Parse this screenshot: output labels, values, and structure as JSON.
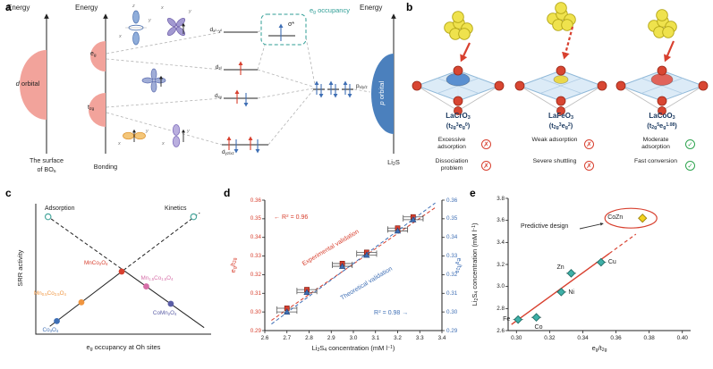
{
  "panel_a": {
    "label": "a",
    "energy1": "Energy",
    "energy2": "Energy",
    "energy3": "Energy",
    "d_orbital": "*d* orbital",
    "eg": "e_{g}",
    "t2g": "t_{2g}",
    "surface_line1": "The surface",
    "surface_line2": "of BO_{5}",
    "bonding": "Bonding",
    "level_dx2y2": "d_{x²−y²}",
    "level_dz2": "d_{z²}",
    "level_dxy": "d_{xy}",
    "level_dyzxz": "d_{yz/xz}",
    "sigma_star": "σ*",
    "eg_occupancy": "e_{g} occupancy",
    "p_levels": "p_{x/y/z}",
    "p_orbital": "*p* orbital",
    "li2s": "Li_{2}S",
    "ax_x": "x",
    "ax_y": "y",
    "ax_z": "z"
  },
  "panel_b": {
    "label": "b",
    "items": [
      {
        "formula": "LaCrO_{3}",
        "config": "(t_{2g}^{3}e_{g}^{0})",
        "note1": "Excessive adsorption",
        "mark1": "✗",
        "note2": "Dissociation problem",
        "mark2": "✗",
        "blob_color": "#5a8fd0",
        "arrow": "solid"
      },
      {
        "formula": "LaFeO_{3}",
        "config": "(t_{2g}^{3}e_{g}^{2})",
        "note1": "Weak adsorption",
        "mark1": "✗",
        "note2": "Severe shuttling",
        "mark2": "✗",
        "blob_color": "#ead84a",
        "arrow": "dashed"
      },
      {
        "formula": "LaCoO_{3}",
        "config": "(t_{2g}^{5}e_{g}^{1.08})",
        "note1": "Moderate adsorption",
        "mark1": "✓",
        "note2": "Fast conversion",
        "mark2": "✓",
        "blob_color": "#e0635a",
        "arrow": "solid"
      }
    ]
  },
  "panel_c_label": "c",
  "panel_d_label": "d",
  "panel_e_label": "e",
  "chart_data": [
    {
      "id": "c",
      "type": "scatter",
      "xlabel": "e_{g} occupancy at Oh sites",
      "ylabel": "SRR activity",
      "region_labels": [
        "Adsorption",
        "Kinetics"
      ],
      "axes_numeric": false,
      "lines": [
        {
          "name": "adsorption-trend",
          "segments": [
            {
              "x1": 0.06,
              "y1": 0.91,
              "x2": 0.5,
              "y2": 0.49,
              "dash": true
            },
            {
              "x1": 0.5,
              "y1": 0.49,
              "x2": 0.96,
              "y2": 0.05,
              "dash": false
            }
          ]
        },
        {
          "name": "kinetics-trend",
          "segments": [
            {
              "x1": 0.08,
              "y1": 0.06,
              "x2": 0.5,
              "y2": 0.49,
              "dash": false
            },
            {
              "x1": 0.5,
              "y1": 0.49,
              "x2": 0.935,
              "y2": 0.93,
              "dash": true
            }
          ]
        }
      ],
      "points": [
        {
          "label": "Co_{3}O_{4}",
          "x": 0.12,
          "y": 0.1,
          "color": "#3f6fb5",
          "lx": -16,
          "ly": 7
        },
        {
          "label": "Mn_{0.5}Co_{2.5}O_{4}",
          "x": 0.26,
          "y": 0.244,
          "color": "#f0953f",
          "lx": -53,
          "ly": -13
        },
        {
          "label": "MnCo_{2}O_{4}",
          "x": 0.49,
          "y": 0.48,
          "color": "#d8402f",
          "lx": -42,
          "ly": -13
        },
        {
          "label": "Mn_{1.5}Co_{1.5}O_{4}",
          "x": 0.63,
          "y": 0.366,
          "color": "#d66fa8",
          "lx": -6,
          "ly": -13
        },
        {
          "label": "CoMn_{2}O_{4}",
          "x": 0.77,
          "y": 0.233,
          "color": "#5b5ea6",
          "lx": -20,
          "ly": 7
        }
      ],
      "open_points": [
        {
          "x": 0.07,
          "y": 0.9
        },
        {
          "x": 0.9,
          "y": 0.9
        }
      ]
    },
    {
      "id": "d",
      "type": "scatter",
      "xlabel": "Li_{2}S_{4} concentration (mM l^{−1})",
      "ylabel_left": "e_{g}/t_{2g}",
      "ylabel_right": "e_{g}/t_{2g}",
      "xlim": [
        2.6,
        3.4
      ],
      "xticks": [
        "2.6",
        "2.7",
        "2.8",
        "2.9",
        "3.0",
        "3.1",
        "3.2",
        "3.3",
        "3.4"
      ],
      "ylim": [
        0.29,
        0.36
      ],
      "yticks": [
        "0.29",
        "0.30",
        "0.31",
        "0.32",
        "0.33",
        "0.34",
        "0.35",
        "0.36"
      ],
      "series": [
        {
          "name": "Experimental validation",
          "annotation": "R^{2} = 0.96",
          "marker": "square",
          "color": "#d8402f",
          "xerr": 0.045,
          "points": [
            [
              2.7,
              0.302
            ],
            [
              2.79,
              0.312
            ],
            [
              2.95,
              0.326
            ],
            [
              3.06,
              0.332
            ],
            [
              3.2,
              0.345
            ],
            [
              3.27,
              0.351
            ]
          ],
          "fit": {
            "x1": 2.63,
            "y1": 0.2955,
            "x2": 3.37,
            "y2": 0.356
          }
        },
        {
          "name": "Theoretical validation",
          "annotation": "R^{2} = 0.98",
          "marker": "triangle",
          "color": "#3f6fb5",
          "xerr": 0.045,
          "points": [
            [
              2.7,
              0.3
            ],
            [
              2.79,
              0.3105
            ],
            [
              2.95,
              0.3245
            ],
            [
              3.06,
              0.3305
            ],
            [
              3.2,
              0.3435
            ],
            [
              3.27,
              0.3495
            ]
          ],
          "fit": {
            "x1": 2.63,
            "y1": 0.2935,
            "x2": 3.37,
            "y2": 0.3585
          }
        }
      ]
    },
    {
      "id": "e",
      "type": "scatter",
      "xlabel": "e_{g}/t_{2g}",
      "ylabel": "Li_{2}S_{4} concentration (mM l^{−1})",
      "xlim": [
        0.295,
        0.405
      ],
      "xticks": [
        "0.30",
        "0.32",
        "0.34",
        "0.36",
        "0.38",
        "0.40"
      ],
      "ylim": [
        2.6,
        3.8
      ],
      "yticks": [
        "2.6",
        "2.8",
        "3.0",
        "3.2",
        "3.4",
        "3.6",
        "3.8"
      ],
      "marker_color": "#3fb0a8",
      "xerr": 0.003,
      "yerr": 0.03,
      "points": [
        {
          "label": "Fe",
          "x": 0.301,
          "y": 2.7,
          "lx": -17,
          "ly": -4
        },
        {
          "label": "Co",
          "x": 0.312,
          "y": 2.72,
          "lx": -2,
          "ly": 8
        },
        {
          "label": "Ni",
          "x": 0.327,
          "y": 2.95,
          "lx": 8,
          "ly": -3
        },
        {
          "label": "Zn",
          "x": 0.333,
          "y": 3.12,
          "lx": -16,
          "ly": -10
        },
        {
          "label": "Cu",
          "x": 0.351,
          "y": 3.22,
          "lx": 8,
          "ly": -4
        }
      ],
      "trend": {
        "color": "#d8402f",
        "solid": {
          "x1": 0.297,
          "y1": 2.655,
          "x2": 0.356,
          "y2": 3.3
        },
        "dashed": {
          "x1": 0.356,
          "y1": 3.3,
          "x2": 0.372,
          "y2": 3.475
        }
      },
      "highlight": {
        "label": "CoZn",
        "x": 0.376,
        "y": 3.62,
        "color": "#f2d21f"
      },
      "annotation": "Predictive design"
    }
  ]
}
